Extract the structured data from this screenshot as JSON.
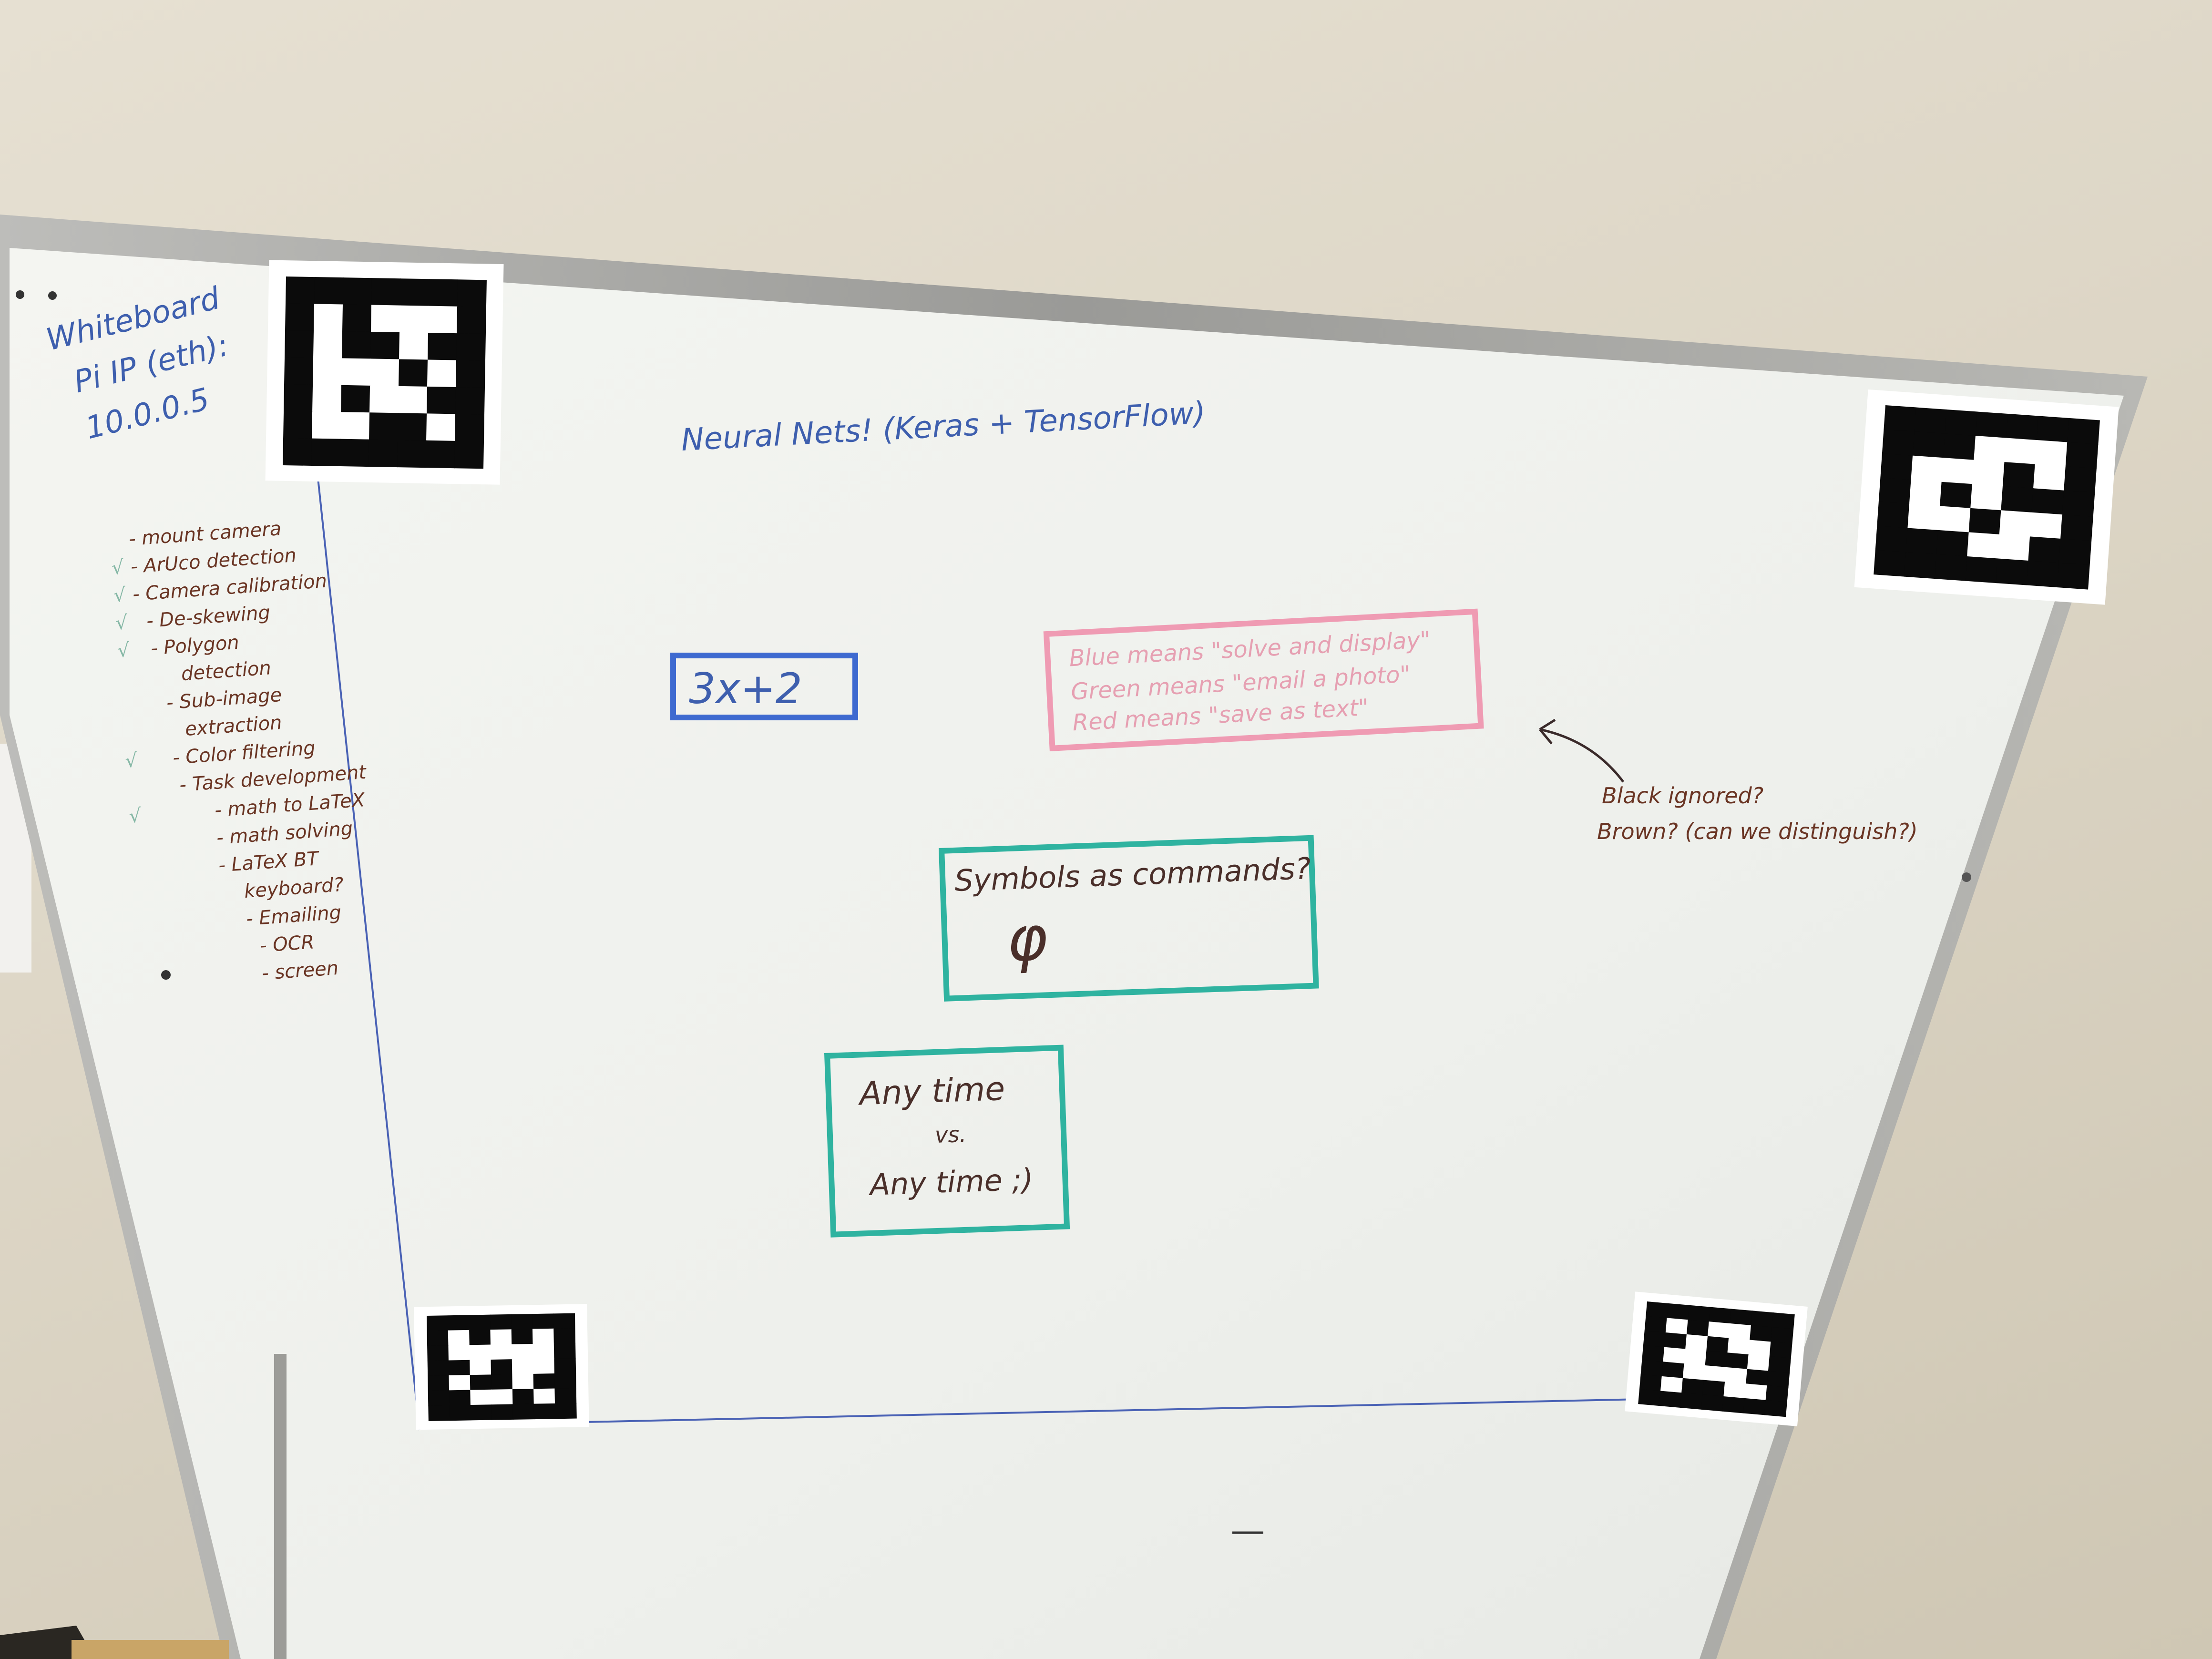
{
  "colors": {
    "wall": "#ddd6c6",
    "board": "#f3f4f0",
    "frame": "#a9a9a6",
    "blue_marker": "#3e5fae",
    "brown_marker": "#6a3524",
    "pink_marker": "#ef9bb3",
    "teal_marker": "#2fb3a0",
    "marker_black": "#0b0b0b"
  },
  "top_left_note": {
    "line1": "Whiteboard",
    "line2": "Pi IP (eth):",
    "line3": "10.0.0.5"
  },
  "heading": "Neural Nets! (Keras + TensorFlow)",
  "todo_list": [
    {
      "check": "",
      "text": "- mount camera"
    },
    {
      "check": "√",
      "text": "- ArUco detection"
    },
    {
      "check": "√",
      "text": "- Camera calibration"
    },
    {
      "check": "√",
      "text": "- De-skewing"
    },
    {
      "check": "√",
      "text": "- Polygon"
    },
    {
      "check": "",
      "text": "detection"
    },
    {
      "check": "",
      "text": "- Sub-image"
    },
    {
      "check": "",
      "text": "extraction"
    },
    {
      "check": "√",
      "text": "- Color filtering"
    },
    {
      "check": "",
      "text": "- Task development"
    },
    {
      "check": "√",
      "text": "- math to LaTeX"
    },
    {
      "check": "",
      "text": "- math solving"
    },
    {
      "check": "",
      "text": "- LaTeX BT"
    },
    {
      "check": "",
      "text": "keyboard?"
    },
    {
      "check": "",
      "text": "- Emailing"
    },
    {
      "check": "",
      "text": "- OCR"
    },
    {
      "check": "",
      "text": "- screen"
    }
  ],
  "equation_box": {
    "text": "3x+2"
  },
  "legend_box": {
    "line1": "Blue means \"solve and display\"",
    "line2": "Green means \"email a photo\"",
    "line3": "Red means \"save as text\""
  },
  "side_note": {
    "line1": "Black ignored?",
    "line2": "Brown? (can we distinguish?)"
  },
  "symbols_box": {
    "title": "Symbols as commands?",
    "symbol": "φ"
  },
  "anytime_box": {
    "line1": "Any time",
    "line2": "vs.",
    "line3": "Any time ;)"
  },
  "markers": [
    "aruco-marker-top-left",
    "aruco-marker-top-right",
    "aruco-marker-bottom-left",
    "aruco-marker-bottom-right"
  ]
}
